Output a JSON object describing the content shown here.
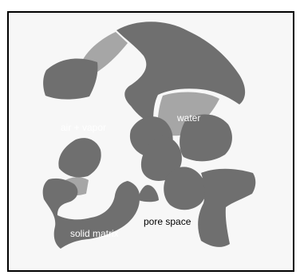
{
  "diagram": {
    "labels": {
      "air_vapor": "air + vapor",
      "water": "water",
      "solid_matrix": "solid matrix",
      "pore_space": "pore space"
    },
    "colors": {
      "solid": "#6f6f6f",
      "water": "#a6a6a6",
      "background": "#f7f7f7",
      "border": "#000000"
    }
  }
}
